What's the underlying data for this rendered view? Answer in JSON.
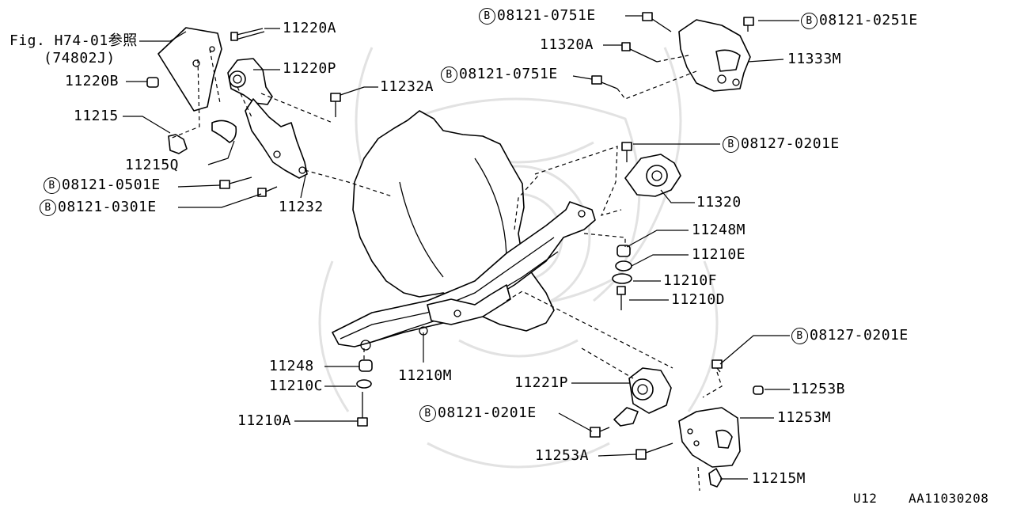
{
  "labels": {
    "ref1": "Fig. H74-01参照",
    "ref2": "(74802J)",
    "p11220A": "11220A",
    "p11220P": "11220P",
    "p11220B": "11220B",
    "p11232A": "11232A",
    "p11215": "11215",
    "p11215Q": "11215Q",
    "b0501": "08121-0501E",
    "b0301": "08121-0301E",
    "p11232": "11232",
    "b0751a": "08121-0751E",
    "b0251": "08121-0251E",
    "p11320A": "11320A",
    "p11333M": "11333M",
    "b0751b": "08121-0751E",
    "b0201a": "08127-0201E",
    "p11320": "11320",
    "p11248M": "11248M",
    "p11210E": "11210E",
    "p11210F": "11210F",
    "p11210D": "11210D",
    "b0201b": "08127-0201E",
    "p11253B": "11253B",
    "p11253M": "11253M",
    "p11221P": "11221P",
    "b0201c": "08121-0201E",
    "p11253A": "11253A",
    "p11215M": "11215M",
    "p11248": "11248",
    "p11210C": "11210C",
    "p11210A": "11210A",
    "p11210M": "11210M",
    "corner_left": "U12",
    "corner_right": "AA11030208"
  },
  "bolt_marker": "B"
}
